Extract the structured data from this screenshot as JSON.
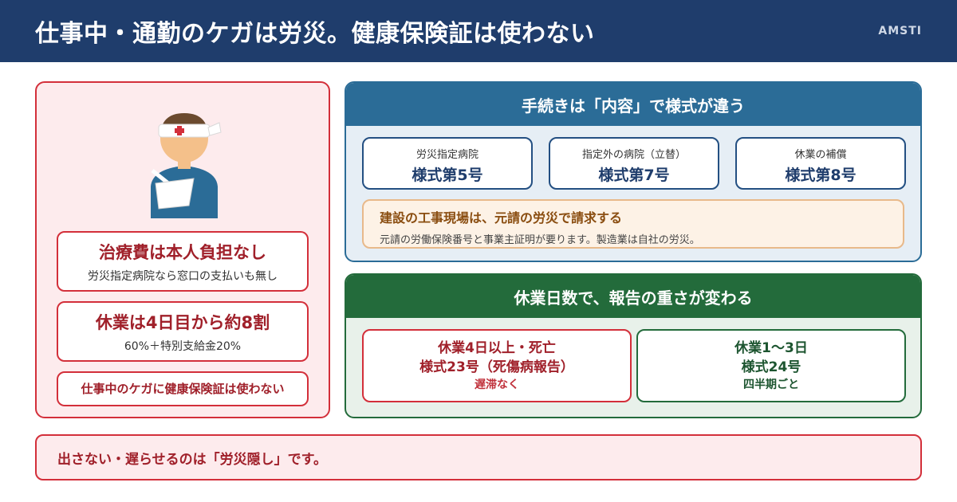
{
  "header": {
    "title": "仕事中・通勤のケガは労災。健康保険証は使わない",
    "brand": "AMSTI"
  },
  "left_panel": {
    "avatar_icon": "injured-worker-icon",
    "pill1": {
      "title": "治療費は本人負担なし",
      "sub": "労災指定病院なら窓口の支払いも無し"
    },
    "pill2": {
      "title": "休業は4日目から約8割",
      "sub": "60%＋特別支給金20%"
    },
    "pill3": {
      "text": "仕事中のケガに健康保険証は使わない"
    }
  },
  "forms_panel": {
    "title": "手続きは「内容」で様式が違う",
    "cards": [
      {
        "label": "労災指定病院",
        "value": "様式第5号"
      },
      {
        "label": "指定外の病院（立替）",
        "value": "様式第7号"
      },
      {
        "label": "休業の補償",
        "value": "様式第8号"
      }
    ],
    "note": {
      "title": "建設の工事現場は、元請の労災で請求する",
      "sub": "元請の労働保険番号と事業主証明が要ります。製造業は自社の労災。"
    }
  },
  "report_panel": {
    "title": "休業日数で、報告の重さが変わる",
    "severe": {
      "line1": "休業4日以上・死亡",
      "line2": "様式23号（死傷病報告）",
      "sub": "遅滞なく"
    },
    "minor": {
      "line1": "休業1〜3日",
      "line2": "様式24号",
      "sub": "四半期ごと"
    }
  },
  "bottom": {
    "text": "出さない・遅らせるのは「労災隠し」です。"
  },
  "colors": {
    "header": "#1f3d6c",
    "red": "#d32f3a",
    "blue": "#2b6c97",
    "green": "#236b3b",
    "orange_note": "#fdf2e6"
  }
}
